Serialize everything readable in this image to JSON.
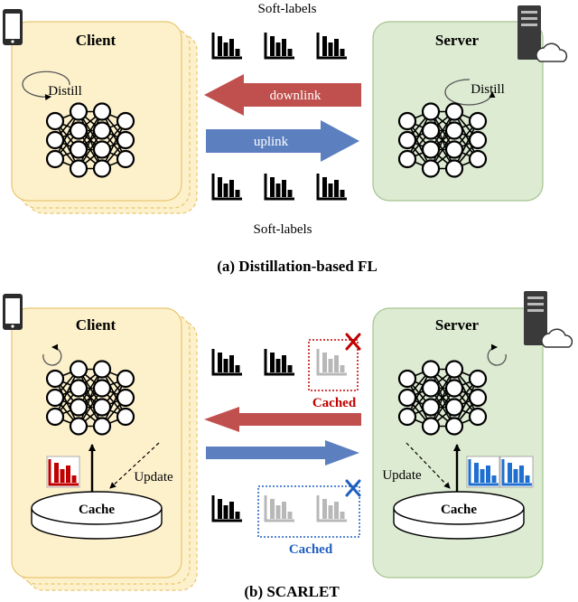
{
  "panel_a": {
    "client_title": "Client",
    "server_title": "Server",
    "client_loop_label": "Distill",
    "server_loop_label": "Distill",
    "top_label": "Soft-labels",
    "bottom_label": "Soft-labels",
    "downlink_label": "downlink",
    "uplink_label": "uplink",
    "caption": "(a) Distillation-based FL"
  },
  "panel_b": {
    "client_title": "Client",
    "server_title": "Server",
    "client_update_label": "Update",
    "server_update_label": "Update",
    "client_cache_label": "Cache",
    "server_cache_label": "Cache",
    "cached_top_label": "Cached",
    "cached_bottom_label": "Cached",
    "caption": "(b) SCARLET"
  },
  "colors": {
    "client_fill": "#fdf1cc",
    "client_border": "#e8c56f",
    "server_fill": "#ddebd2",
    "server_border": "#a3c48e",
    "downlink": "#c0504d",
    "uplink": "#5b7fbf",
    "cached_red": "#c00000",
    "cached_blue": "#1f5fbf",
    "server_blue_bars": "#1f6fd0"
  },
  "icons": {
    "phone": "phone-icon",
    "server": "server-icon",
    "cloud": "cloud-icon",
    "distill_loop": "refresh-loop-icon",
    "neural_net": "neural-network-icon",
    "histogram": "bar-chart-icon",
    "cross": "cross-icon",
    "cache": "cache-cylinder-icon"
  }
}
